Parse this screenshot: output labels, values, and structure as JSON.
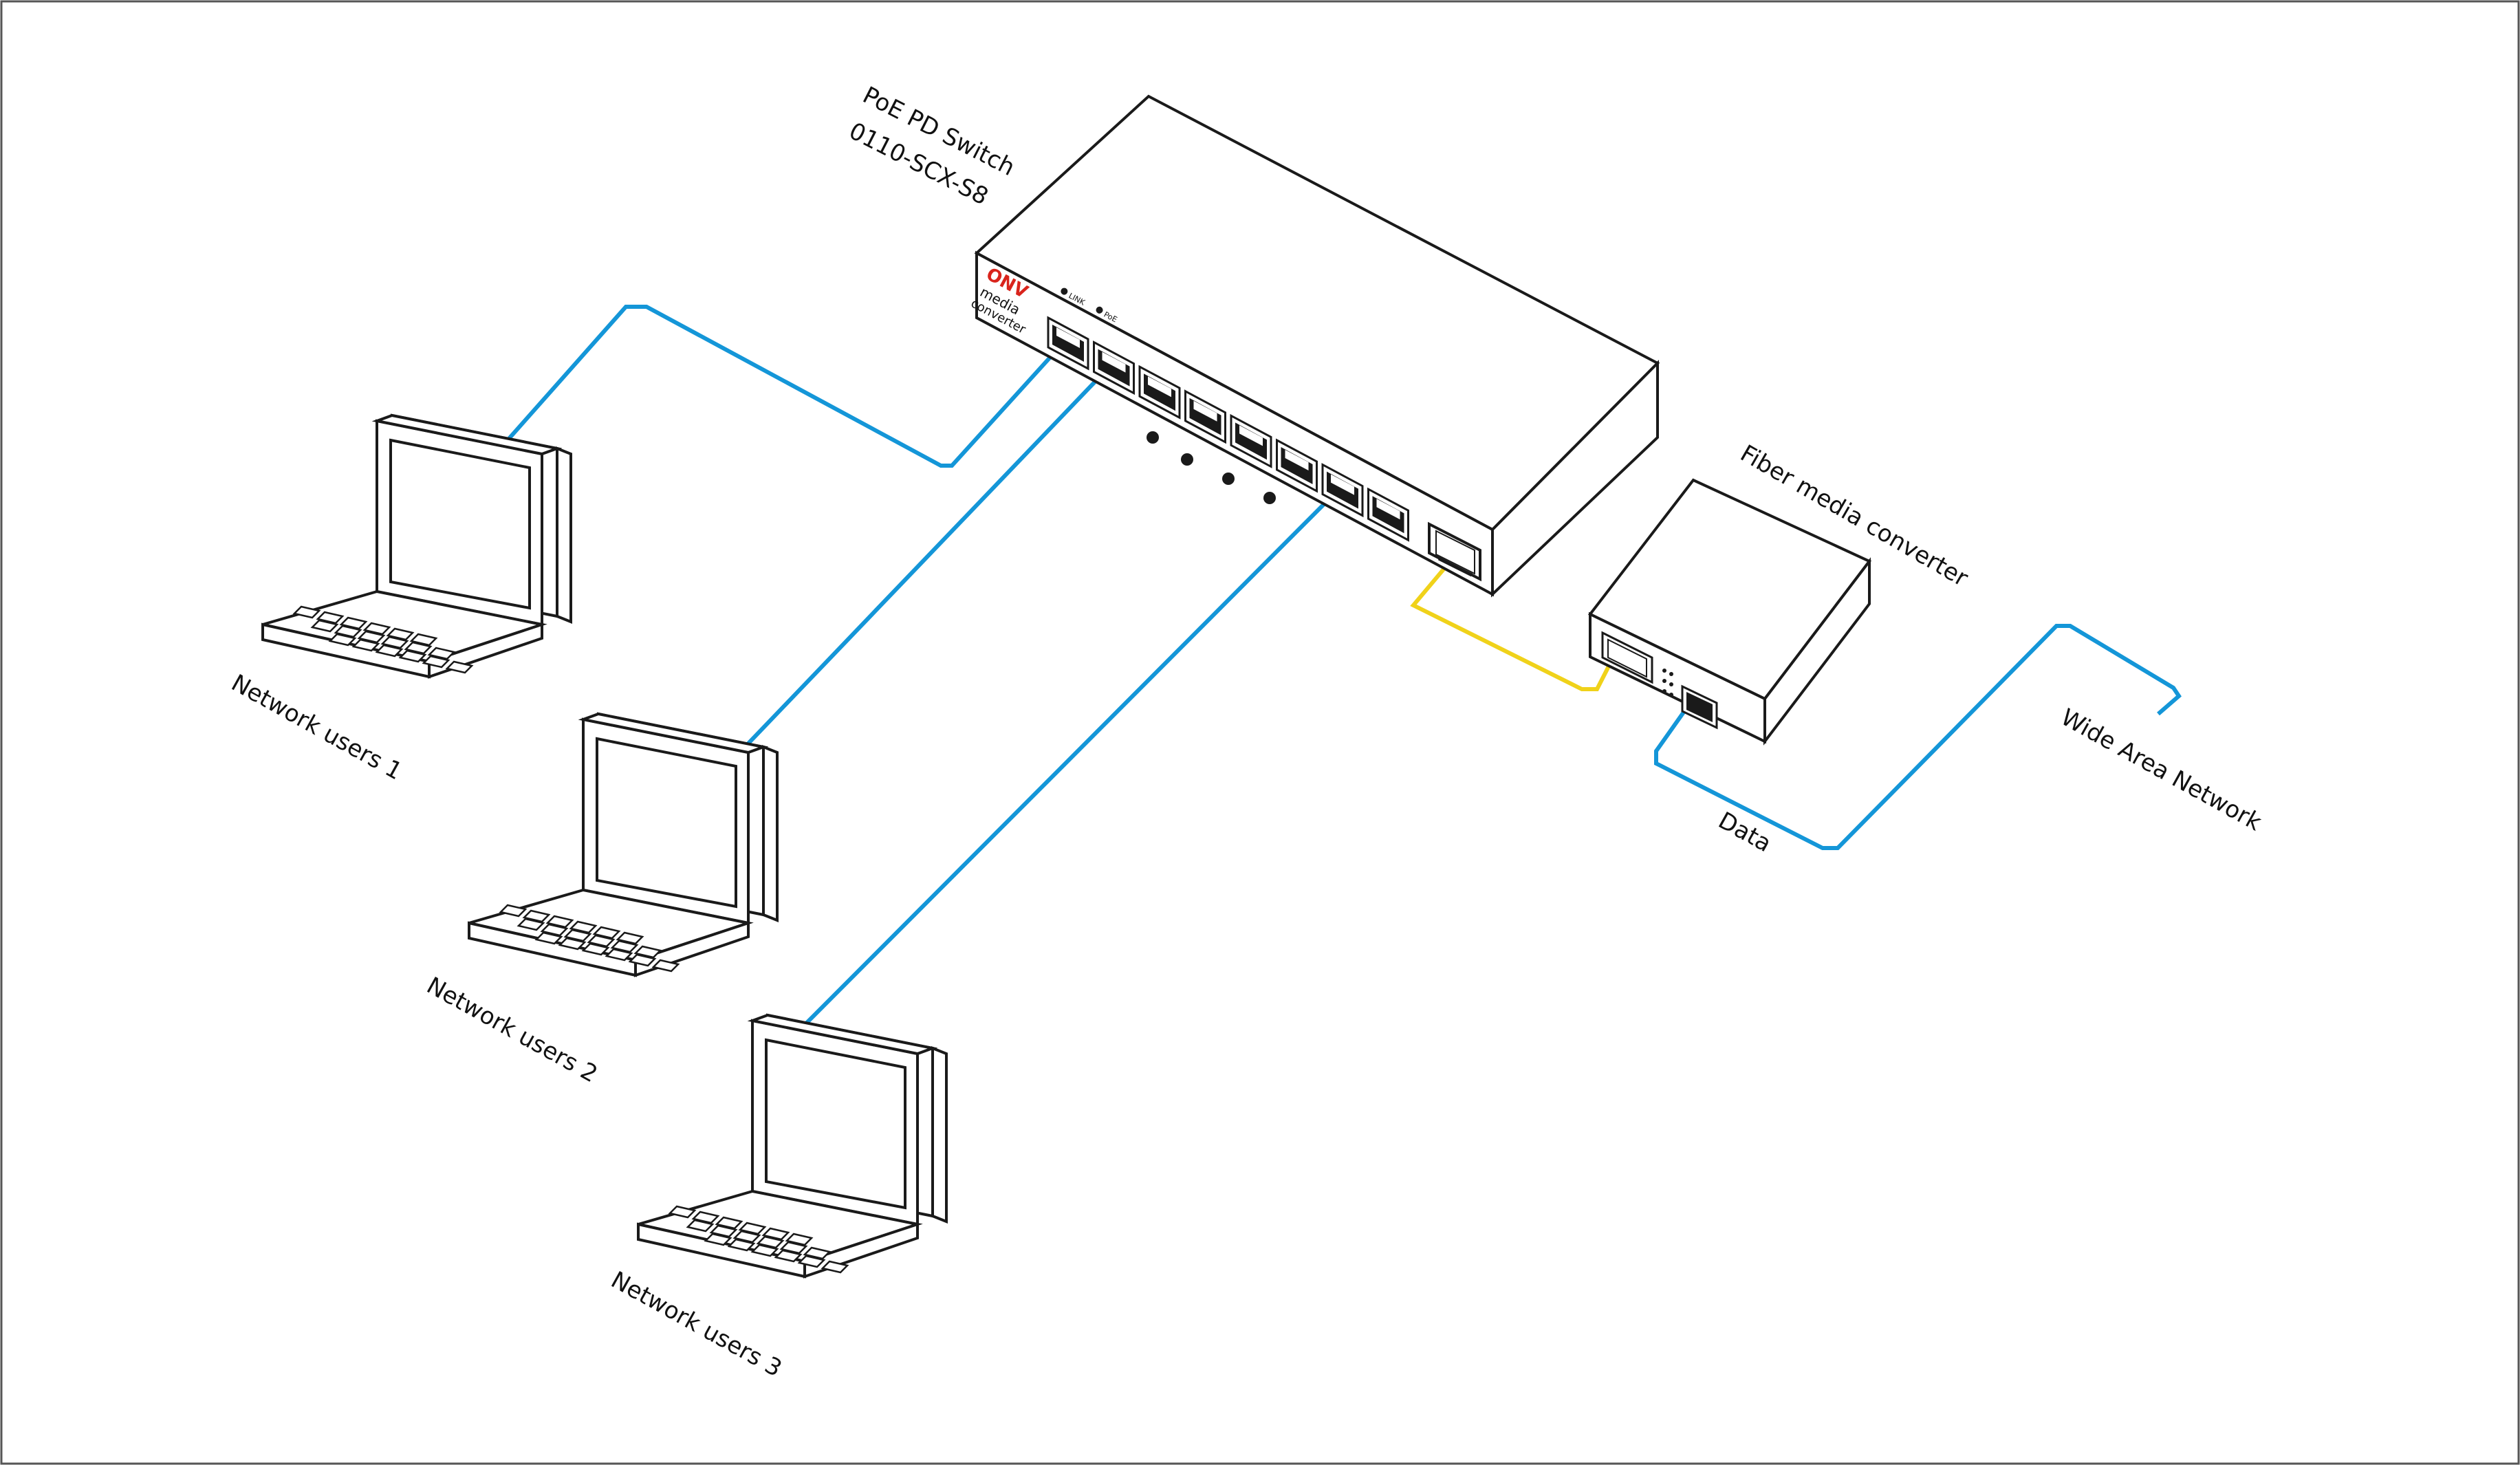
{
  "switch": {
    "title": "PoE PD Switch",
    "model": "0110-SCX-S8",
    "brand": "ONV",
    "brand_sub_1": "media",
    "brand_sub_2": "converter",
    "led_1": "LINK",
    "led_2": "PoE"
  },
  "converter": {
    "label": "Fiber media converter"
  },
  "users": [
    {
      "label": "Network users 1"
    },
    {
      "label": "Network users 2"
    },
    {
      "label": "Network users 3"
    }
  ],
  "links": {
    "data_label": "Data",
    "wan_label": "Wide Area Network"
  },
  "colors": {
    "ethernet_cable": "#1496d8",
    "fiber_cable": "#f0d21a",
    "outline": "#1a1a1a",
    "brand": "#d9241c"
  }
}
